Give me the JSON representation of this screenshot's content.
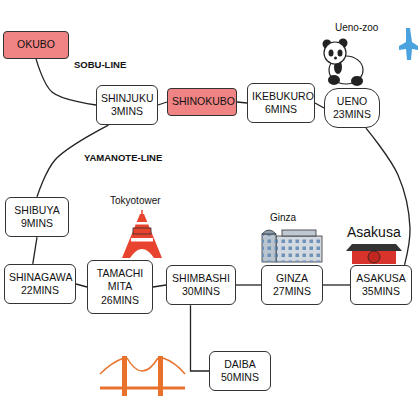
{
  "diagram": {
    "nodes": [
      {
        "text": [
          "OKUBO"
        ]
      },
      {
        "text": [
          "SHINJUKU",
          "3MINS"
        ]
      },
      {
        "text": [
          "SHINOKUBO"
        ]
      },
      {
        "text": [
          "IKEBUKURO",
          "6MINS"
        ]
      },
      {
        "text": [
          "UENO",
          "23MINS"
        ]
      },
      {
        "text": [
          "SHIBUYA",
          "9MINS"
        ]
      },
      {
        "text": [
          "SHINAGAWA",
          "22MINS"
        ]
      },
      {
        "text": [
          "TAMACHI MITA",
          "26MINS"
        ]
      },
      {
        "text": [
          "SHIMBASHI",
          "30MINS"
        ]
      },
      {
        "text": [
          "GINZA",
          "27MINS"
        ]
      },
      {
        "text": [
          "ASAKUSA",
          "35MINS"
        ]
      },
      {
        "text": [
          "DAIBA",
          "50MINS"
        ]
      }
    ],
    "edges": [
      {
        "from": 0,
        "to": 1,
        "arrow": "none"
      },
      {
        "from": 1,
        "to": 2,
        "arrow": "none"
      },
      {
        "from": 2,
        "to": 3,
        "arrow": "none"
      },
      {
        "from": 3,
        "to": 4,
        "arrow": "none"
      },
      {
        "from": 4,
        "to": 10,
        "arrow": "none"
      },
      {
        "from": 10,
        "to": 9,
        "arrow": "none"
      },
      {
        "from": 9,
        "to": 8,
        "arrow": "none"
      },
      {
        "from": 8,
        "to": 7,
        "arrow": "none"
      },
      {
        "from": 7,
        "to": 6,
        "arrow": "none"
      },
      {
        "from": 6,
        "to": 5,
        "arrow": "none"
      },
      {
        "from": 5,
        "to": 1,
        "arrow": "none"
      },
      {
        "from": 8,
        "to": 11,
        "arrow": "none"
      }
    ],
    "labels": [
      "Ueno-zoo",
      "SOBU-LINE",
      "YAMANOTE-LINE",
      "Tokyotower",
      "Ginza",
      "Asakusa"
    ]
  }
}
